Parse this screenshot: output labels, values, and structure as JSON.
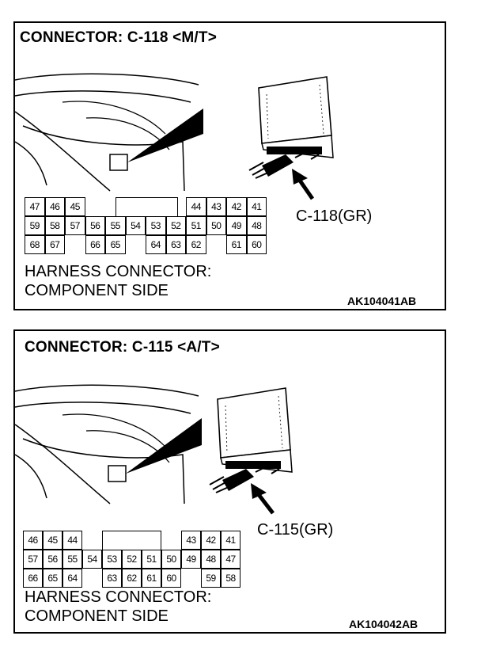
{
  "panels": [
    {
      "title": "CONNECTOR: C-118 <M/T>",
      "connector_label": "C-118(GR)",
      "caption_line1": "HARNESS CONNECTOR:",
      "caption_line2": "COMPONENT SIDE",
      "code": "AK104041AB",
      "rows": [
        [
          "47",
          "46",
          "45",
          "",
          "",
          "",
          "",
          "",
          "44",
          "43",
          "42",
          "41"
        ],
        [
          "59",
          "58",
          "57",
          "56",
          "55",
          "54",
          "53",
          "52",
          "51",
          "50",
          "49",
          "48"
        ],
        [
          "68",
          "67",
          "",
          "66",
          "65",
          "",
          "64",
          "63",
          "62",
          "",
          "61",
          "60"
        ]
      ]
    },
    {
      "title": "CONNECTOR: C-115 <A/T>",
      "connector_label": "C-115(GR)",
      "caption_line1": "HARNESS CONNECTOR:",
      "caption_line2": "COMPONENT SIDE",
      "code": "AK104042AB",
      "rows": [
        [
          "46",
          "45",
          "44",
          "",
          "",
          "",
          "",
          "",
          "43",
          "42",
          "41"
        ],
        [
          "57",
          "56",
          "55",
          "54",
          "53",
          "52",
          "51",
          "50",
          "49",
          "48",
          "47"
        ],
        [
          "66",
          "65",
          "64",
          "",
          "63",
          "62",
          "61",
          "60",
          "",
          "59",
          "58"
        ]
      ]
    }
  ]
}
